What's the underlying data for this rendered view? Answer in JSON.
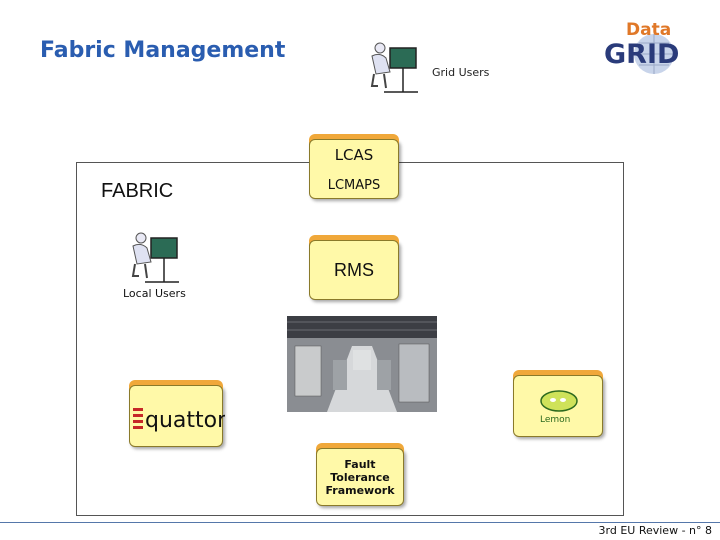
{
  "title": "Fabric Management",
  "grid_users_label": "Grid Users",
  "fabric_label": "FABRIC",
  "local_users_label": "Local Users",
  "boxes": {
    "lcas": "LCAS",
    "lcmaps": "LCMAPS",
    "rms": "RMS",
    "fault_tolerance": [
      "Fault",
      "Tolerance",
      "Framework"
    ]
  },
  "logos": {
    "datagrid_top": "Data",
    "datagrid_bottom": "GRID",
    "quattor": "quattor",
    "lemon": "Lemon"
  },
  "footer": "3rd EU Review - n° 8",
  "colors": {
    "title": "#2a5db0",
    "box_fill": "#fff9a8",
    "box_top": "#f0a83a"
  }
}
